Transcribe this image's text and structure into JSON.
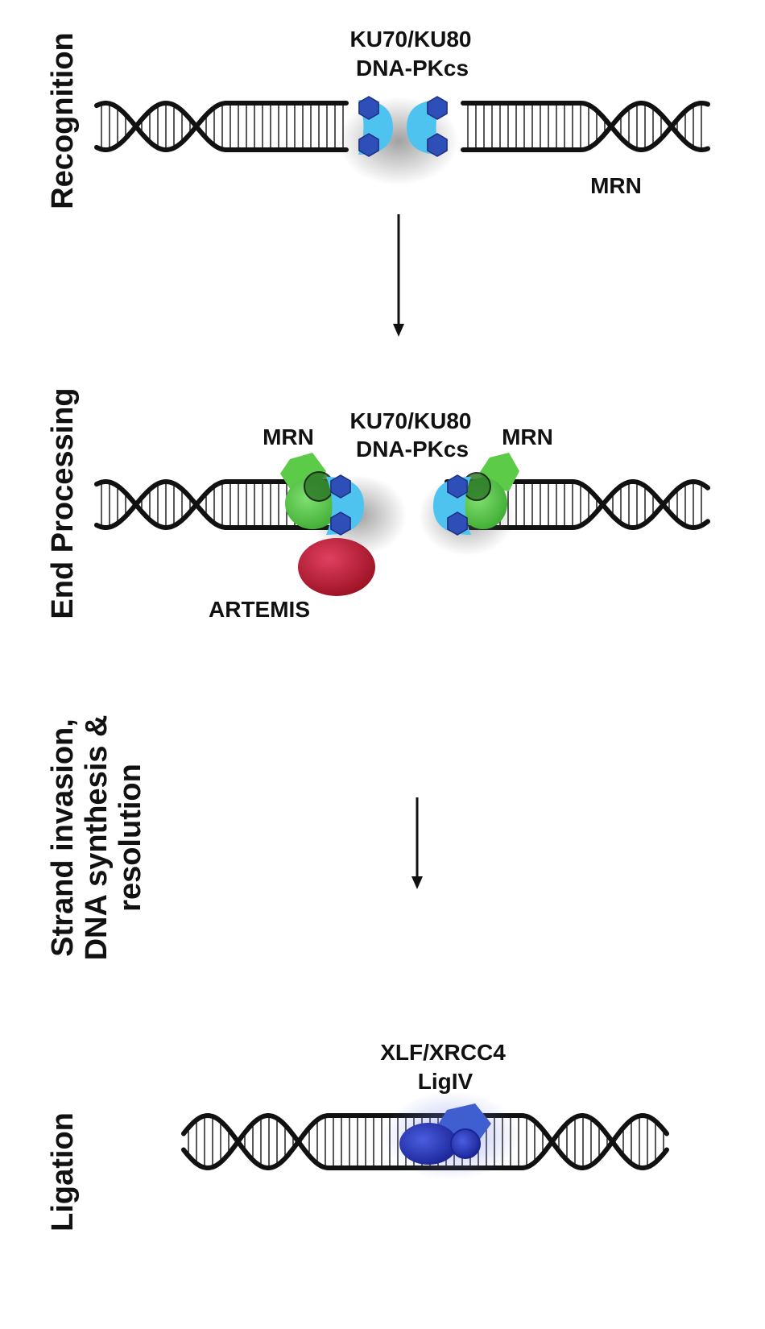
{
  "colors": {
    "dna": "#111111",
    "ku_cyan": "#4fc3f0",
    "pkcs_blue": "#2f4fb8",
    "mrn_green": "#4cbf3c",
    "artemis_red": "#b0182c",
    "ligase_blue": "#2436b8",
    "arrow": "#111111"
  },
  "stages": {
    "recognition": "Recognition",
    "end_processing": "End Processing",
    "strand_invasion": [
      "Strand invasion,",
      "DNA synthesis &",
      "resolution"
    ],
    "ligation": "Ligation"
  },
  "labels": {
    "recognition": {
      "ku_line1": "KU70/KU80",
      "ku_line2": "DNA-PKcs",
      "mrn": "MRN"
    },
    "end_processing": {
      "ku_line1": "KU70/KU80",
      "ku_line2": "DNA-PKcs",
      "mrn_left": "MRN",
      "mrn_right": "MRN",
      "artemis": "ARTEMIS"
    },
    "ligation": {
      "xlf_line1": "XLF/XRCC4",
      "xlf_line2": "LigIV"
    }
  },
  "icons": [
    "dna-double-helix-icon",
    "hexagon-icon",
    "arrow-down-icon",
    "oval-protein-icon",
    "pentagon-icon"
  ]
}
